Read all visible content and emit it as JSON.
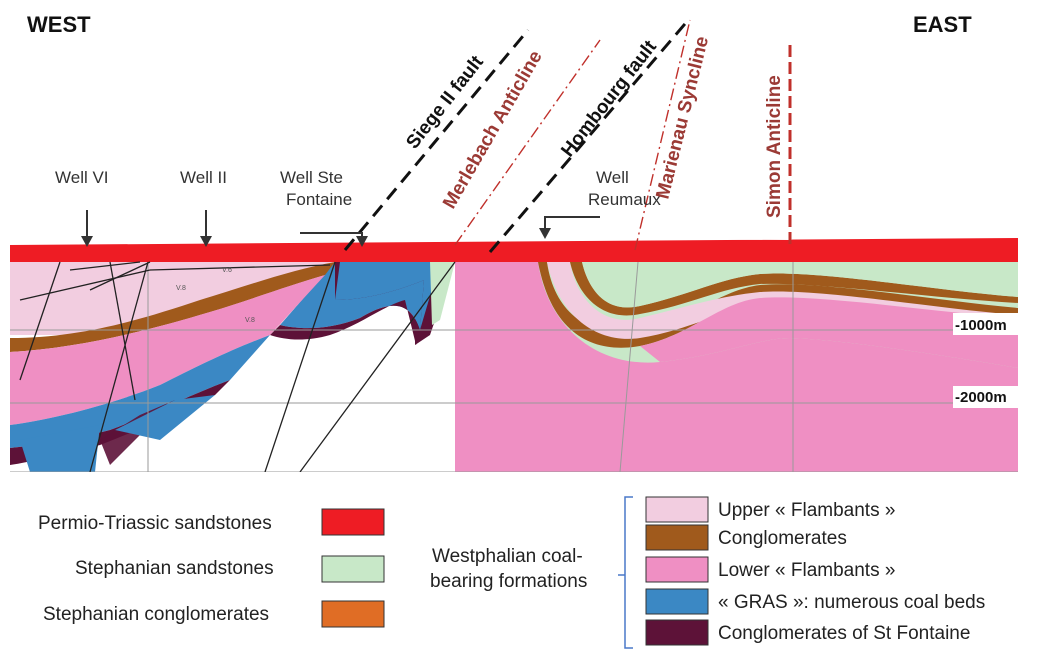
{
  "section": {
    "west_label": "WEST",
    "east_label": "EAST",
    "wells": [
      {
        "id": "well-vi",
        "lines": [
          "Well VI"
        ]
      },
      {
        "id": "well-ii",
        "lines": [
          "Well II"
        ]
      },
      {
        "id": "well-ste-fontaine",
        "lines": [
          "Well Ste",
          "Fontaine"
        ]
      },
      {
        "id": "well-reumaux",
        "lines": [
          "Well",
          "Reumaux"
        ]
      }
    ],
    "faults": [
      {
        "id": "siege-ii-fault",
        "label": "Siege II fault"
      },
      {
        "id": "hombourg-fault",
        "label": "Hombourg fault"
      }
    ],
    "folds": [
      {
        "id": "merlebach-anticline",
        "label": "Merlebach Anticline"
      },
      {
        "id": "marienau-syncline",
        "label": "Marienau Syncline"
      },
      {
        "id": "simon-anticline",
        "label": "Simon Anticline"
      }
    ],
    "depths": [
      "-1000m",
      "-2000m"
    ],
    "small_labels": [
      "V.8",
      "V.8",
      "V.6"
    ]
  },
  "legend": {
    "left": [
      {
        "label": "Permio-Triassic sandstones",
        "color": "#ee1c24"
      },
      {
        "label": "Stephanian sandstones",
        "color": "#c8e8c8"
      },
      {
        "label": "Stephanian conglomerates",
        "color": "#e06d25"
      }
    ],
    "group_label_lines": [
      "Westphalian coal-",
      "bearing formations"
    ],
    "right": [
      {
        "label": "Upper « Flambants »",
        "color": "#f2cde0"
      },
      {
        "label": "Conglomerates",
        "color": "#a05a1c"
      },
      {
        "label": "Lower « Flambants »",
        "color": "#ef8fc3"
      },
      {
        "label": "« GRAS »:  numerous coal beds",
        "color": "#3b88c4"
      },
      {
        "label": "Conglomerates of St Fontaine",
        "color": "#5d1238"
      }
    ]
  }
}
